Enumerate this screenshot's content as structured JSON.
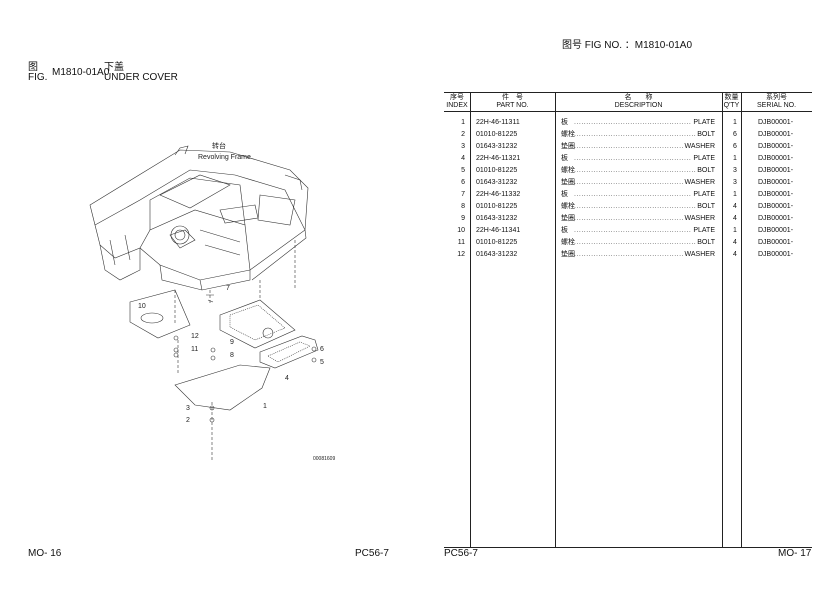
{
  "left_page": {
    "fig_zh": "图",
    "fig_en": "FIG.",
    "fig_no": "M1810-01A0",
    "title_zh": "下盖",
    "title_en": "UNDER COVER",
    "footer_left": "MO- 16",
    "footer_right": "PC56-7",
    "diagram": {
      "callout_zh": "转台",
      "callout_en": "Revolving Frame",
      "drawing_no": "00081609",
      "numbers": [
        "1",
        "2",
        "3",
        "4",
        "5",
        "6",
        "7",
        "8",
        "9",
        "10",
        "11",
        "12"
      ]
    }
  },
  "right_page": {
    "fig_header": "图号 FIG NO. ：M1810-01A0",
    "footer_left": "PC56-7",
    "footer_right": "MO- 17",
    "table": {
      "headers": {
        "index_zh": "序号",
        "index_en": "INDEX",
        "part_zh": "件　号",
        "part_en": "PART NO.",
        "desc_zh": "名　　称",
        "desc_en": "DESCRIPTION",
        "qty_zh": "数量",
        "qty_en": "Q'TY",
        "serial_zh": "系列号",
        "serial_en": "SERIAL NO."
      },
      "rows": [
        {
          "index": "1",
          "part_no": "22H-46-11311",
          "name_zh": "板",
          "name_en": "PLATE",
          "qty": "1",
          "serial": "DJB00001-"
        },
        {
          "index": "2",
          "part_no": "01010-81225",
          "name_zh": "螺栓",
          "name_en": "BOLT",
          "qty": "6",
          "serial": "DJB00001-"
        },
        {
          "index": "3",
          "part_no": "01643-31232",
          "name_zh": "垫圈",
          "name_en": "WASHER",
          "qty": "6",
          "serial": "DJB00001-"
        },
        {
          "index": "4",
          "part_no": "22H-46-11321",
          "name_zh": "板",
          "name_en": "PLATE",
          "qty": "1",
          "serial": "DJB00001-"
        },
        {
          "index": "5",
          "part_no": "01010-81225",
          "name_zh": "螺栓",
          "name_en": "BOLT",
          "qty": "3",
          "serial": "DJB00001-"
        },
        {
          "index": "6",
          "part_no": "01643-31232",
          "name_zh": "垫圈",
          "name_en": "WASHER",
          "qty": "3",
          "serial": "DJB00001-"
        },
        {
          "index": "7",
          "part_no": "22H-46-11332",
          "name_zh": "板",
          "name_en": "PLATE",
          "qty": "1",
          "serial": "DJB00001-"
        },
        {
          "index": "8",
          "part_no": "01010-81225",
          "name_zh": "螺栓",
          "name_en": "BOLT",
          "qty": "4",
          "serial": "DJB00001-"
        },
        {
          "index": "9",
          "part_no": "01643-31232",
          "name_zh": "垫圈",
          "name_en": "WASHER",
          "qty": "4",
          "serial": "DJB00001-"
        },
        {
          "index": "10",
          "part_no": "22H-46-11341",
          "name_zh": "板",
          "name_en": "PLATE",
          "qty": "1",
          "serial": "DJB00001-"
        },
        {
          "index": "11",
          "part_no": "01010-81225",
          "name_zh": "螺栓",
          "name_en": "BOLT",
          "qty": "4",
          "serial": "DJB00001-"
        },
        {
          "index": "12",
          "part_no": "01643-31232",
          "name_zh": "垫圈",
          "name_en": "WASHER",
          "qty": "4",
          "serial": "DJB00001-"
        }
      ]
    }
  }
}
